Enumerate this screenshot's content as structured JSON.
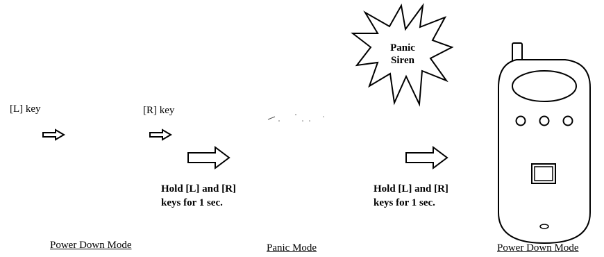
{
  "left_key": {
    "label": "[L] key",
    "arrow_icon": "small-right-arrow-icon"
  },
  "right_key": {
    "label": "[R] key",
    "arrow_icon": "small-right-arrow-icon"
  },
  "transition_1": {
    "arrow_icon": "large-right-arrow-icon",
    "line1": "Hold [L] and [R]",
    "line2": "keys for 1 sec."
  },
  "transition_2": {
    "arrow_icon": "large-right-arrow-icon",
    "line1": "Hold [L] and [R]",
    "line2": "keys for 1 sec."
  },
  "siren": {
    "line1": "Panic",
    "line2": "Siren",
    "icon": "starburst-icon"
  },
  "phone": {
    "icon": "cell-phone-icon"
  },
  "captions": {
    "power_down_1": "Power Down Mode",
    "panic_mode": "Panic Mode",
    "power_down_2": "Power Down Mode"
  }
}
